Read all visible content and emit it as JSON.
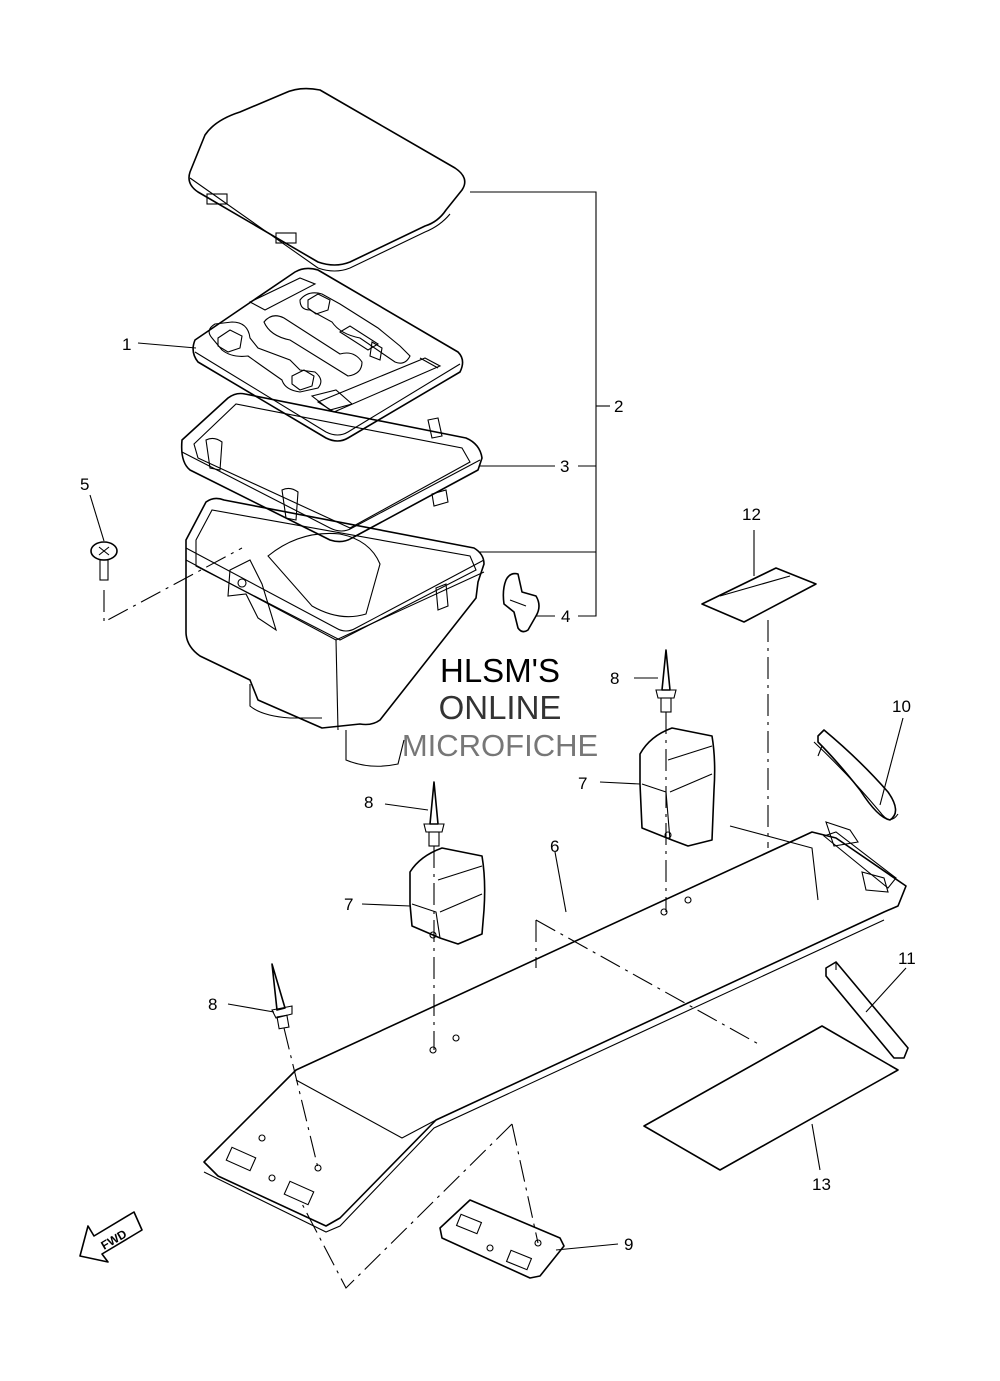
{
  "callouts": {
    "c1": "1",
    "c2": "2",
    "c3": "3",
    "c4": "4",
    "c5": "5",
    "c6": "6",
    "c7a": "7",
    "c7b": "7",
    "c8a": "8",
    "c8b": "8",
    "c8c": "8",
    "c9": "9",
    "c10": "10",
    "c11": "11",
    "c12": "12",
    "c13": "13"
  },
  "watermark": {
    "line1": "HLSM'S",
    "line2": "ONLINE",
    "line3": "MICROFICHE"
  },
  "fwd_label": "FWD"
}
